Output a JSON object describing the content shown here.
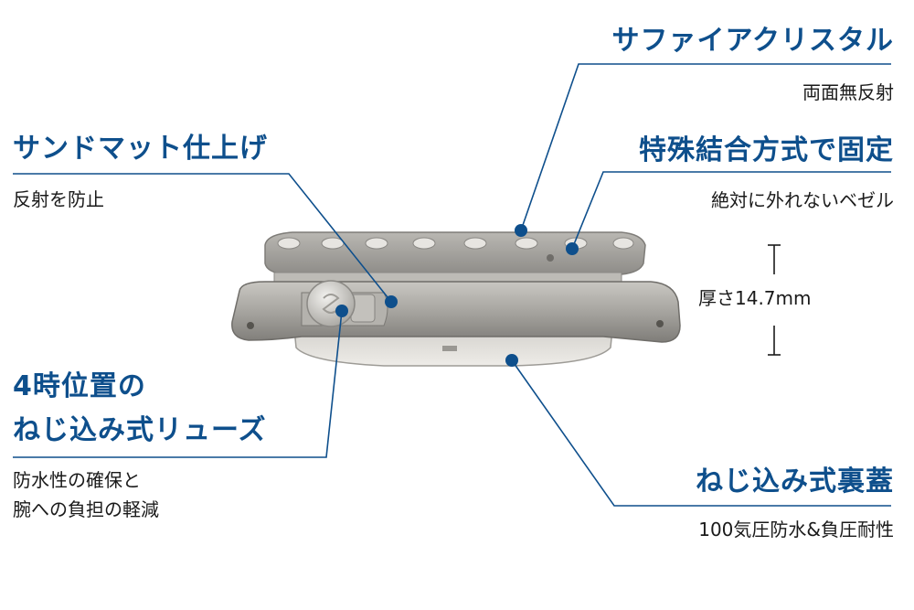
{
  "annotations": {
    "sapphire": {
      "title": "サファイアクリスタル",
      "desc": "両面無反射"
    },
    "bezel": {
      "title": "特殊結合方式で固定",
      "desc": "絶対に外れないベゼル"
    },
    "sand": {
      "title": "サンドマット仕上げ",
      "desc": "反射を防止"
    },
    "thickness": {
      "desc": "厚さ14.7mm"
    },
    "crown": {
      "title_line1": "4時位置の",
      "title_line2": "ねじ込み式リューズ",
      "desc_line1": "防水性の確保と",
      "desc_line2": "腕への負担の軽減"
    },
    "caseback": {
      "title": "ねじ込み式裏蓋",
      "desc": "100気圧防水&負圧耐性"
    }
  },
  "colors": {
    "accent": "#0e4f8c",
    "text": "#1a1a1a",
    "case_metal": "#a9a7a2",
    "background": "#ffffff"
  }
}
